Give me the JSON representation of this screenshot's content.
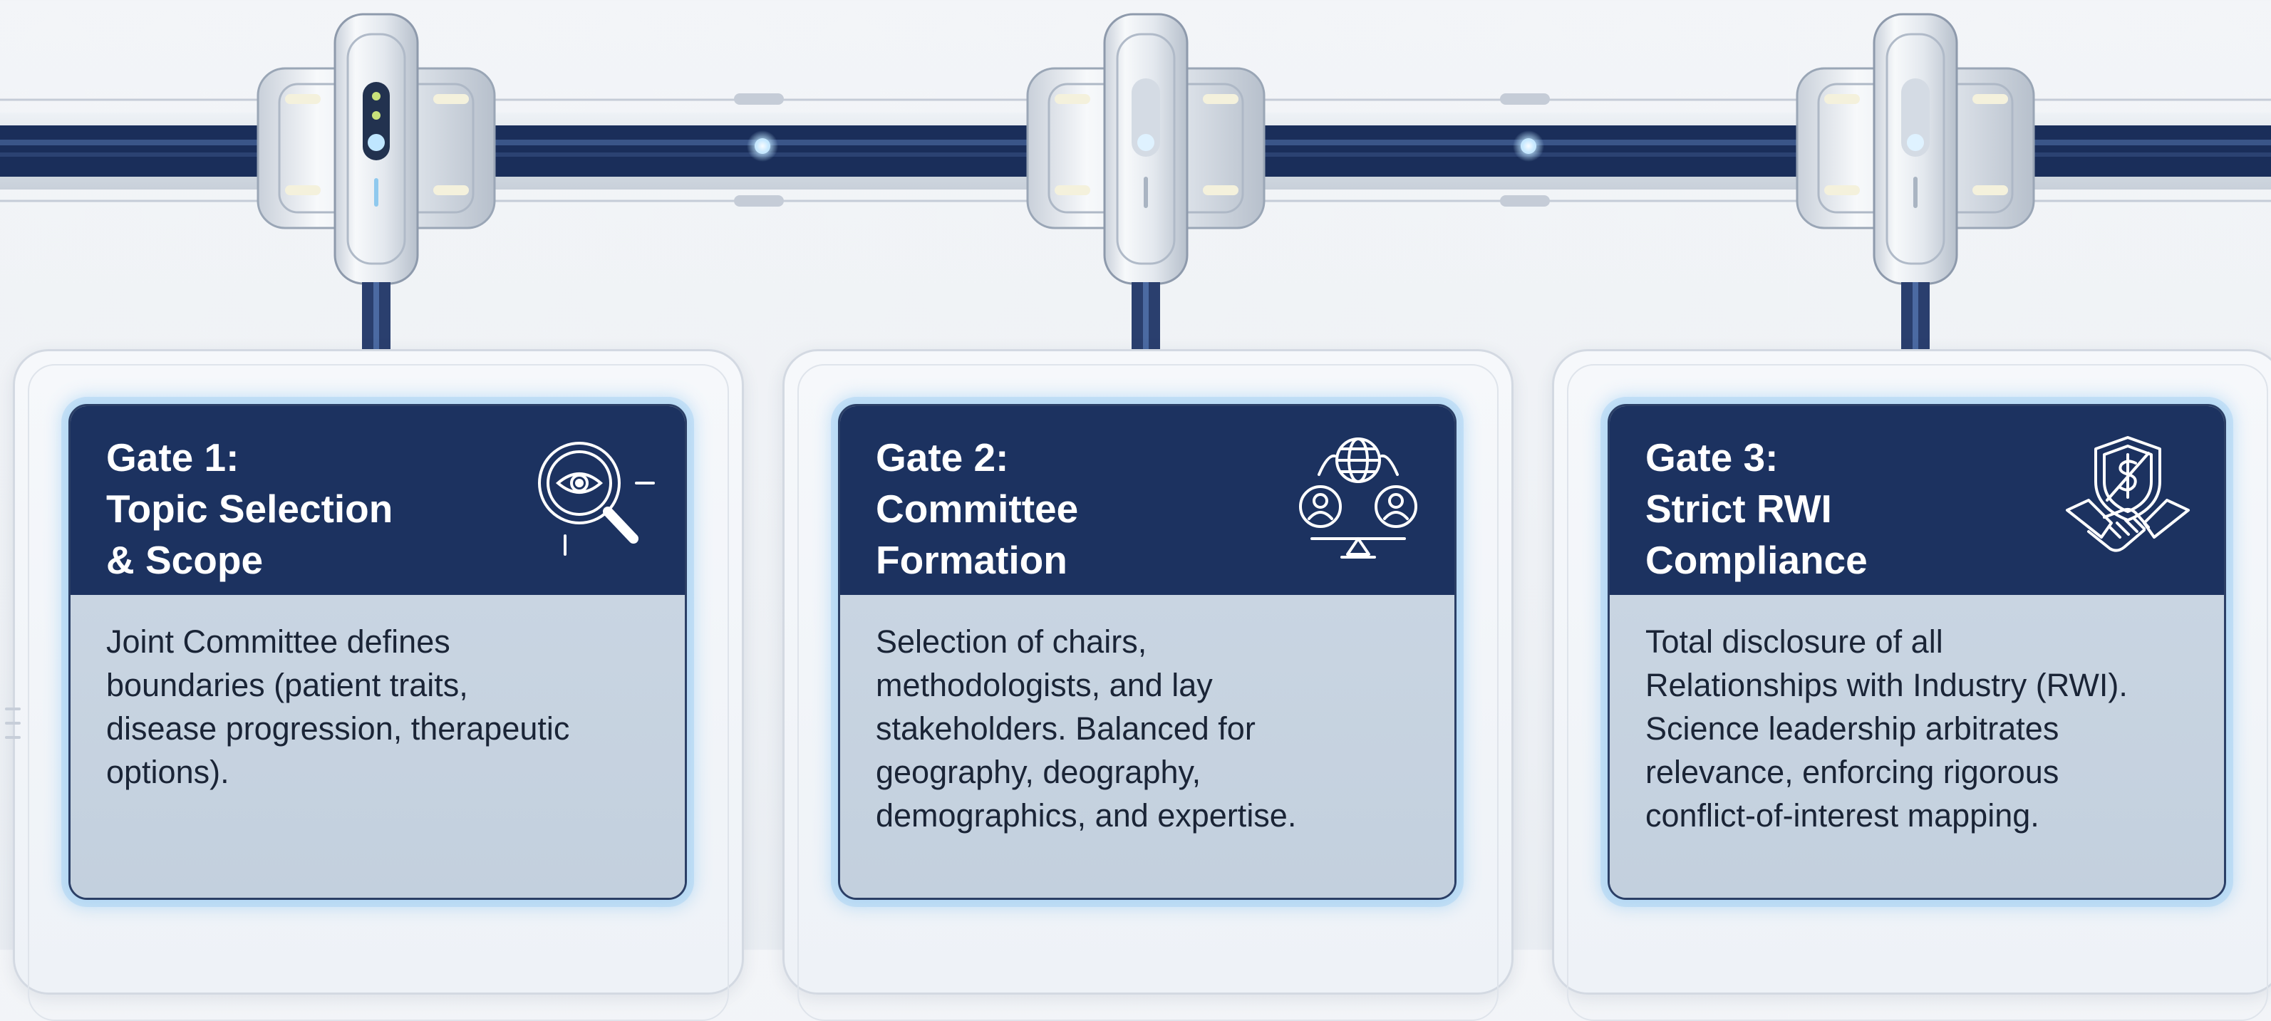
{
  "gates": [
    {
      "title_lines": [
        "Gate 1:",
        "Topic Selection",
        "& Scope"
      ],
      "icon": "magnifier-eye-icon",
      "body_lines": [
        "Joint Committee defines",
        "boundaries (patient traits,",
        "disease progression, therapeutic",
        "options)."
      ]
    },
    {
      "title_lines": [
        "Gate 2:",
        "Committee",
        "Formation"
      ],
      "icon": "globe-people-balance-icon",
      "body_lines": [
        "Selection of chairs,",
        "methodologists, and lay",
        "stakeholders. Balanced for",
        "geography, deography,",
        "demographics, and expertise."
      ]
    },
    {
      "title_lines": [
        "Gate 3:",
        "Strict RWI",
        "Compliance"
      ],
      "icon": "shield-handshake-icon",
      "body_lines": [
        "Total disclosure of all",
        "Relationships with Industry (RWI).",
        "Science leadership arbitrates",
        "relevance, enforcing rigorous",
        "conflict-of-interest mapping."
      ]
    }
  ],
  "colors": {
    "header_navy": "#1c3260",
    "body_blue_gray": "#c8d4e1",
    "rail_navy": "#1a2e5a",
    "glow": "#8fd0ff"
  }
}
